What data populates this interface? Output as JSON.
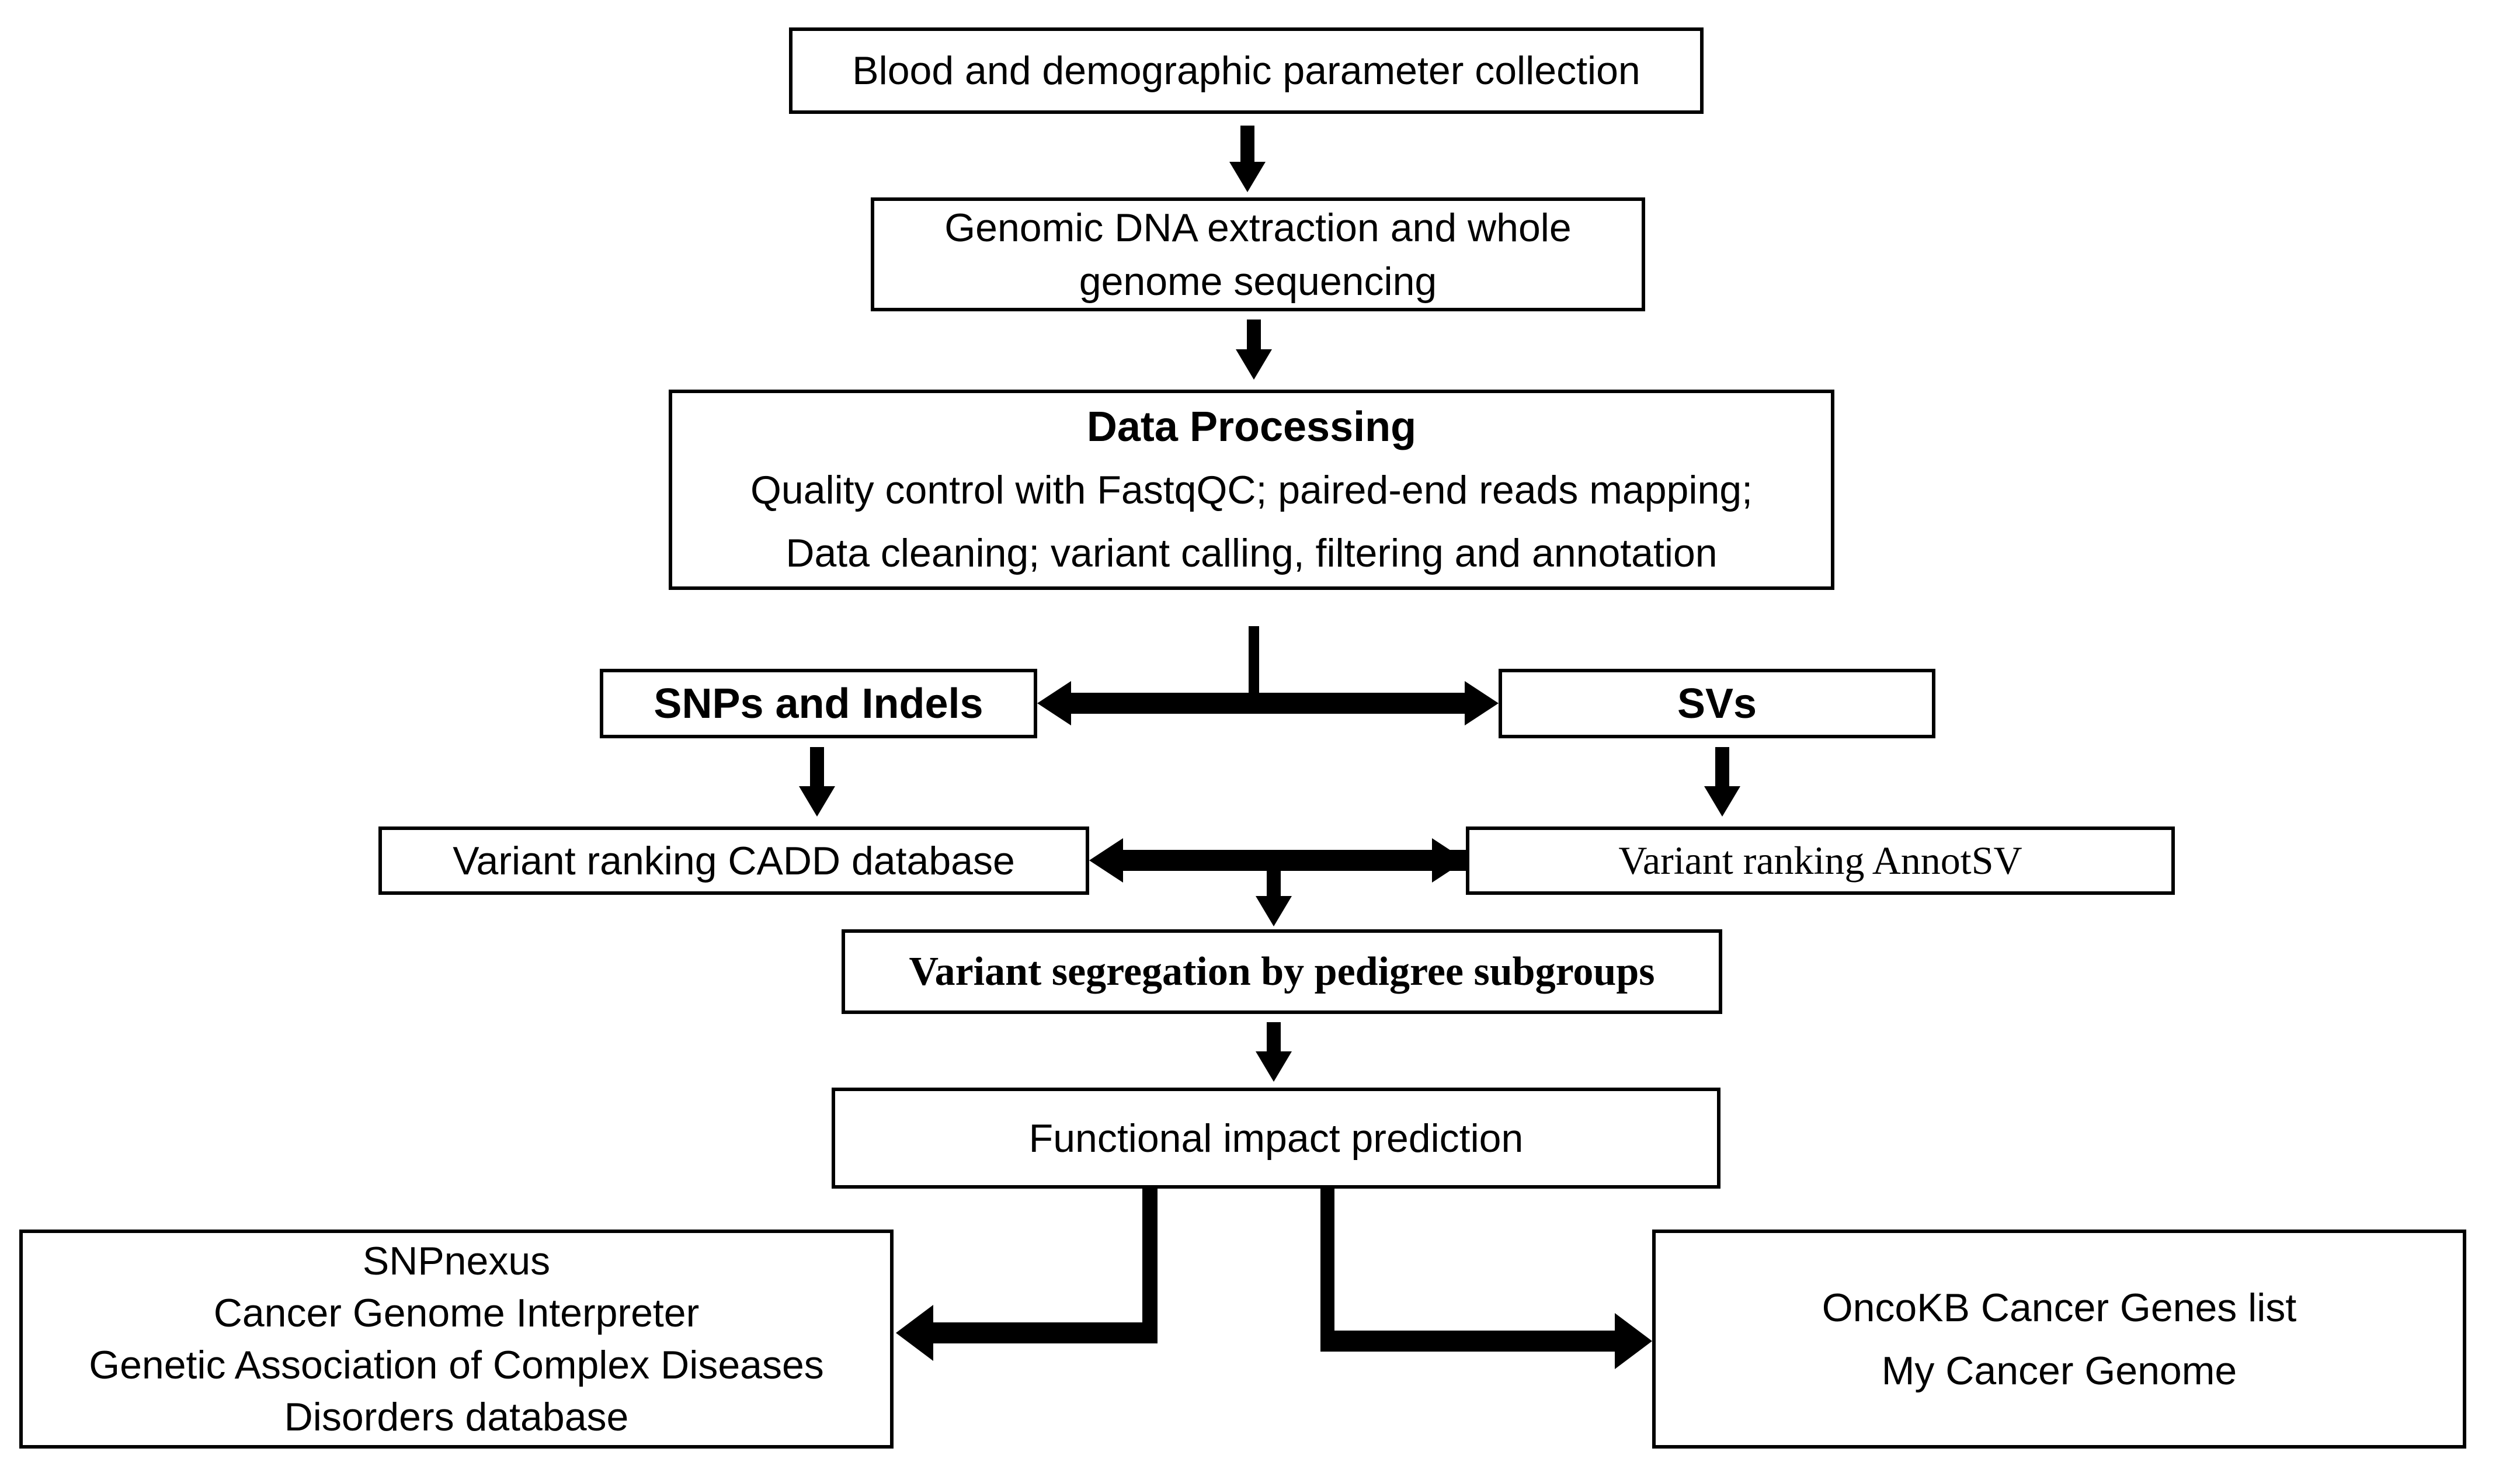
{
  "diagram": {
    "type": "flowchart",
    "background_color": "#ffffff",
    "box_fill_color": "#ffffff",
    "box_border_color": "#000000",
    "arrow_color": "#000000",
    "text_color": "#000000"
  },
  "nodes": {
    "blood_collection": {
      "lines": [
        "Blood and demographic parameter collection"
      ]
    },
    "dna_extraction": {
      "lines": [
        "Genomic DNA extraction and whole",
        "genome sequencing"
      ]
    },
    "data_processing": {
      "title": "Data Processing",
      "lines": [
        "Quality control with FastqQC; paired-end reads mapping;",
        "Data cleaning; variant calling, filtering and annotation"
      ]
    },
    "snps_indels": {
      "lines": [
        "SNPs and Indels"
      ]
    },
    "svs": {
      "lines": [
        "SVs"
      ]
    },
    "cadd": {
      "lines": [
        "Variant ranking CADD database"
      ]
    },
    "annotsv": {
      "lines": [
        "Variant ranking AnnotSV"
      ]
    },
    "segregation": {
      "lines": [
        "Variant segregation by pedigree subgroups"
      ]
    },
    "functional_impact": {
      "lines": [
        "Functional impact prediction"
      ]
    },
    "snp_annotation_tools": {
      "lines": [
        "SNPnexus",
        "Cancer Genome Interpreter",
        "Genetic Association of Complex Diseases",
        "Disorders database"
      ]
    },
    "cancer_gene_resources": {
      "lines": [
        "OncoKB Cancer Genes list",
        "My Cancer Genome"
      ]
    }
  },
  "edges": [
    {
      "from": "blood_collection",
      "to": "dna_extraction",
      "type": "down-arrow"
    },
    {
      "from": "dna_extraction",
      "to": "data_processing",
      "type": "down-arrow"
    },
    {
      "from": "data_processing",
      "to": "snps_indels_svs_junction",
      "type": "line"
    },
    {
      "from": "snps_indels",
      "to": "svs",
      "type": "double-arrow"
    },
    {
      "from": "snps_indels",
      "to": "cadd",
      "type": "down-arrow"
    },
    {
      "from": "svs",
      "to": "annotsv",
      "type": "down-arrow"
    },
    {
      "from": "cadd",
      "to": "annotsv",
      "type": "double-arrow"
    },
    {
      "from": "cadd_annotsv_junction",
      "to": "segregation",
      "type": "down-arrow"
    },
    {
      "from": "segregation",
      "to": "functional_impact",
      "type": "down-arrow"
    },
    {
      "from": "functional_impact",
      "to": "snp_annotation_tools",
      "type": "elbow-arrow"
    },
    {
      "from": "functional_impact",
      "to": "cancer_gene_resources",
      "type": "elbow-arrow"
    }
  ]
}
